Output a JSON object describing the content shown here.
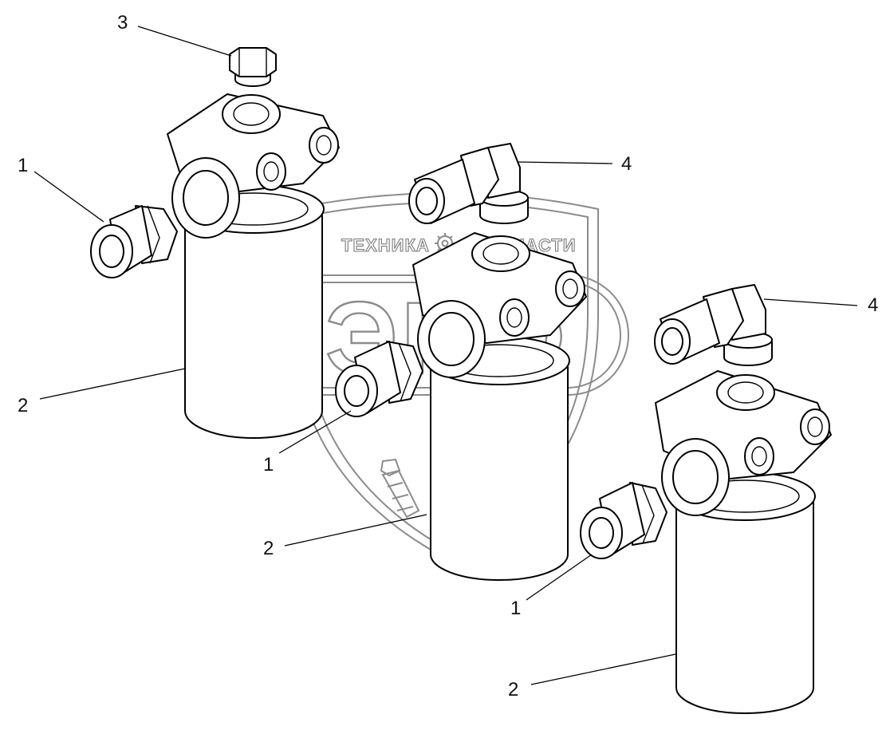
{
  "watermark": {
    "brand_left": "ТЕХНИКА",
    "brand_right": "ЗАПЧАСТИ",
    "logo_letters": "ЭПФ",
    "color": "#8c8c8c"
  },
  "callouts": {
    "c1a": "1",
    "c1b": "1",
    "c1c": "1",
    "c2a": "2",
    "c2b": "2",
    "c2c": "2",
    "c3": "3",
    "c4a": "4",
    "c4b": "4"
  },
  "icons": [
    "gear-icon",
    "wheat-ear-icon"
  ]
}
